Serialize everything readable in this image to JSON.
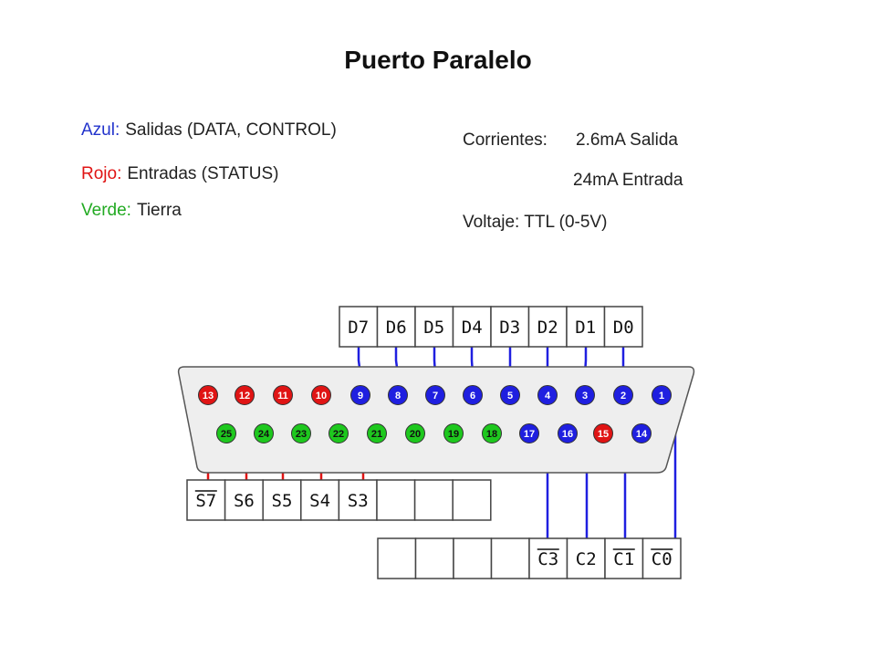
{
  "title": "Puerto Paralelo",
  "colors": {
    "blue": "#1f1fe0",
    "red": "#e01414",
    "green": "#1ec81e",
    "shell": "#eeeeee",
    "text": "#222222"
  },
  "legend": [
    {
      "key": "Azul:",
      "desc": "Salidas (DATA, CONTROL)",
      "color": "#2233cc"
    },
    {
      "key": "Rojo:",
      "desc": "Entradas (STATUS)",
      "color": "#e01414"
    },
    {
      "key": "Verde:",
      "desc": "Tierra",
      "color": "#22aa22"
    }
  ],
  "info": {
    "currents_label": "Corrientes:",
    "current_out": "2.6mA Salida",
    "current_in": "24mA Entrada",
    "voltage": "Voltaje: TTL (0-5V)"
  },
  "data_boxes": [
    "D7",
    "D6",
    "D5",
    "D4",
    "D3",
    "D2",
    "D1",
    "D0"
  ],
  "status_boxes": [
    "S7",
    "S6",
    "S5",
    "S4",
    "S3",
    "",
    "",
    ""
  ],
  "control_boxes": [
    "",
    "",
    "",
    "",
    "C3",
    "C2",
    "C1",
    "C0"
  ],
  "overlined": [
    "S7",
    "C3",
    "C1",
    "C0"
  ],
  "pins_top": [
    {
      "n": "13",
      "c": "red"
    },
    {
      "n": "12",
      "c": "red"
    },
    {
      "n": "11",
      "c": "red"
    },
    {
      "n": "10",
      "c": "red"
    },
    {
      "n": "9",
      "c": "blue"
    },
    {
      "n": "8",
      "c": "blue"
    },
    {
      "n": "7",
      "c": "blue"
    },
    {
      "n": "6",
      "c": "blue"
    },
    {
      "n": "5",
      "c": "blue"
    },
    {
      "n": "4",
      "c": "blue"
    },
    {
      "n": "3",
      "c": "blue"
    },
    {
      "n": "2",
      "c": "blue"
    },
    {
      "n": "1",
      "c": "blue"
    }
  ],
  "pins_bottom": [
    {
      "n": "25",
      "c": "green"
    },
    {
      "n": "24",
      "c": "green"
    },
    {
      "n": "23",
      "c": "green"
    },
    {
      "n": "22",
      "c": "green"
    },
    {
      "n": "21",
      "c": "green"
    },
    {
      "n": "20",
      "c": "green"
    },
    {
      "n": "19",
      "c": "green"
    },
    {
      "n": "18",
      "c": "green"
    },
    {
      "n": "17",
      "c": "blue"
    },
    {
      "n": "16",
      "c": "blue"
    },
    {
      "n": "15",
      "c": "red"
    },
    {
      "n": "14",
      "c": "blue"
    }
  ]
}
